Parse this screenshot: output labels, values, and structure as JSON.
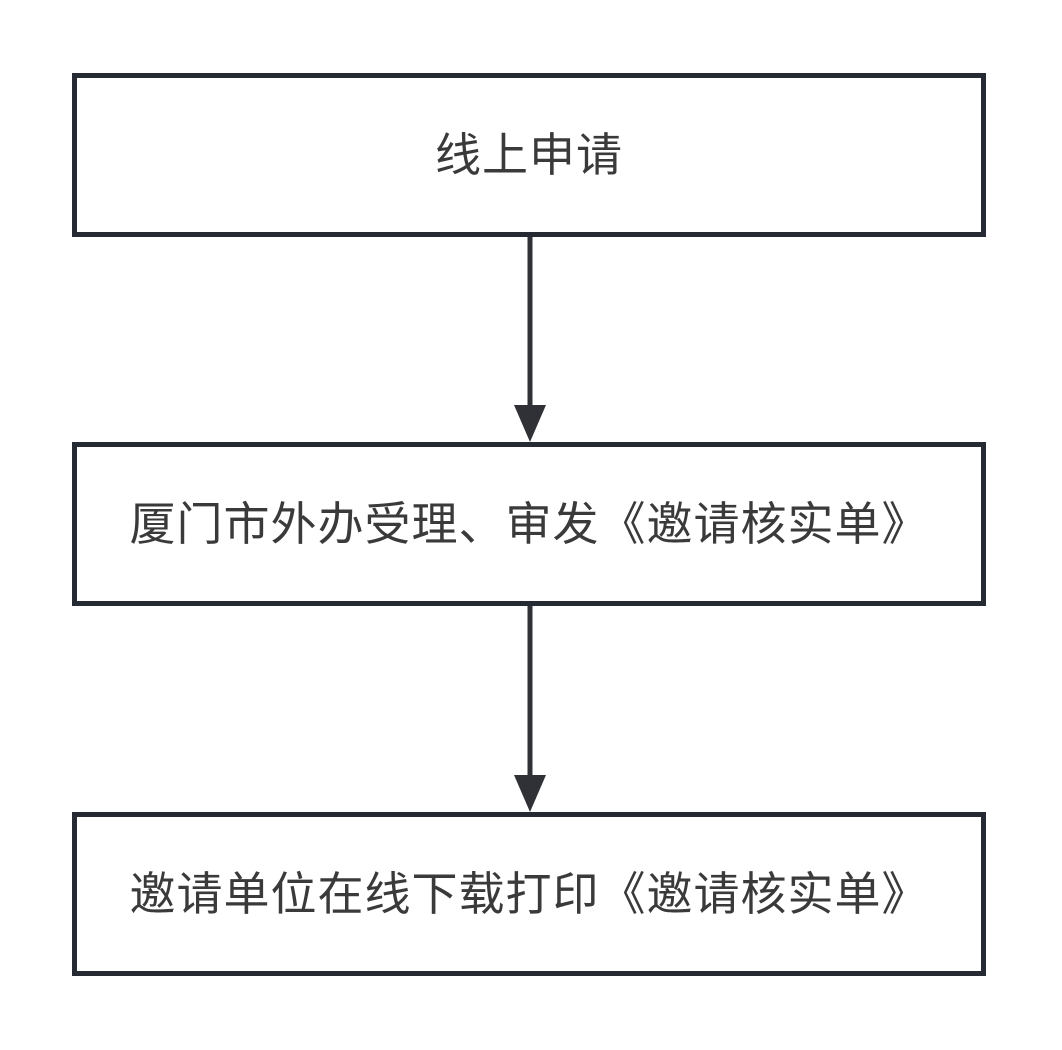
{
  "flowchart": {
    "steps": [
      {
        "label": "线上申请"
      },
      {
        "label": "厦门市外办受理、审发《邀请核实单》"
      },
      {
        "label": "邀请单位在线下载打印《邀请核实单》"
      }
    ],
    "connectors": [
      {
        "from": 0,
        "to": 1,
        "type": "arrow-down"
      },
      {
        "from": 1,
        "to": 2,
        "type": "arrow-down"
      }
    ],
    "colors": {
      "box_border": "#262a33",
      "text": "#3a3a3a",
      "arrow": "#2f3136",
      "background": "#ffffff"
    }
  }
}
